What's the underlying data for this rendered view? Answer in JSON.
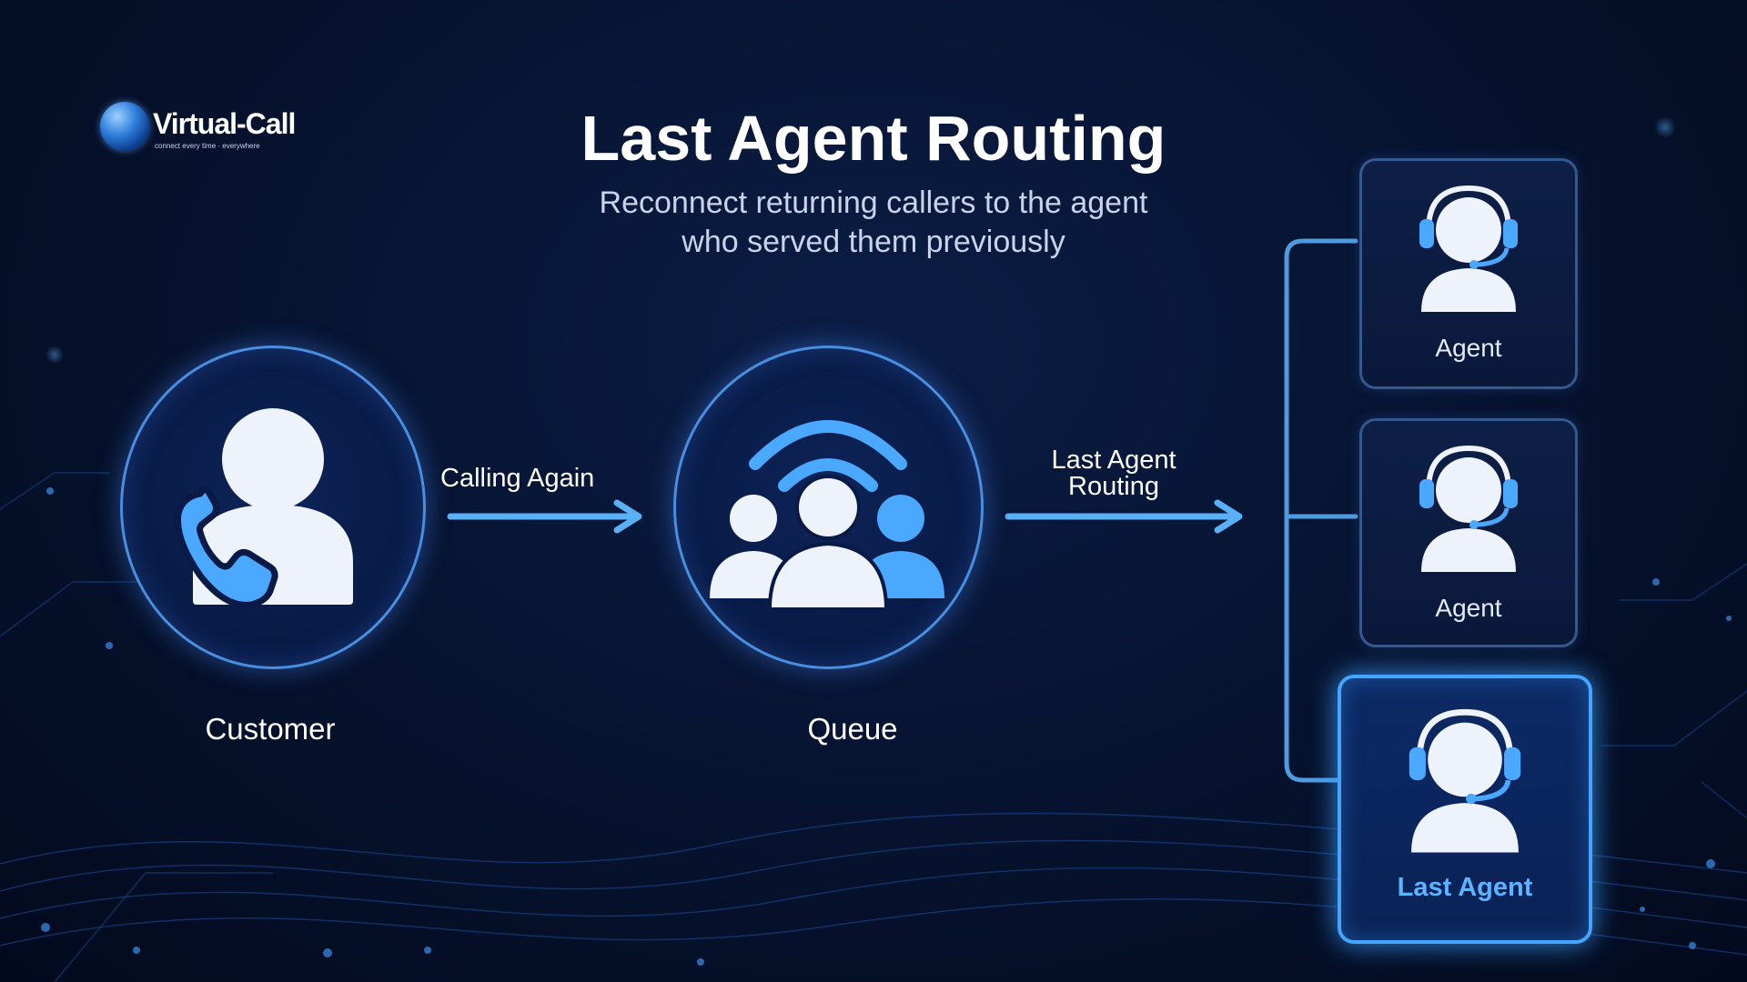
{
  "logo": {
    "name": "Virtual-Call",
    "tagline": "connect every time · everywhere"
  },
  "title": "Last Agent Routing",
  "subtitle": {
    "line1": "Reconnect returning callers to the agent",
    "line2": "who served them previously"
  },
  "nodes": {
    "customer": {
      "label": "Customer",
      "icon": "customer-phone-icon"
    },
    "queue": {
      "label": "Queue",
      "icon": "queue-group-icon"
    }
  },
  "edges": {
    "calling_again": {
      "label": "Calling Again"
    },
    "last_agent_routing": {
      "line1": "Last Agent",
      "line2": "Routing"
    }
  },
  "agents": [
    {
      "label": "Agent",
      "icon": "agent-headset-icon",
      "highlighted": false
    },
    {
      "label": "Agent",
      "icon": "agent-headset-icon",
      "highlighted": false
    },
    {
      "label": "Last Agent",
      "icon": "agent-headset-icon",
      "highlighted": true
    }
  ],
  "colors": {
    "background": "#06122e",
    "accent": "#4aa8ff",
    "node_border": "#4a8ee0",
    "highlight_text": "#5cb3ff"
  }
}
